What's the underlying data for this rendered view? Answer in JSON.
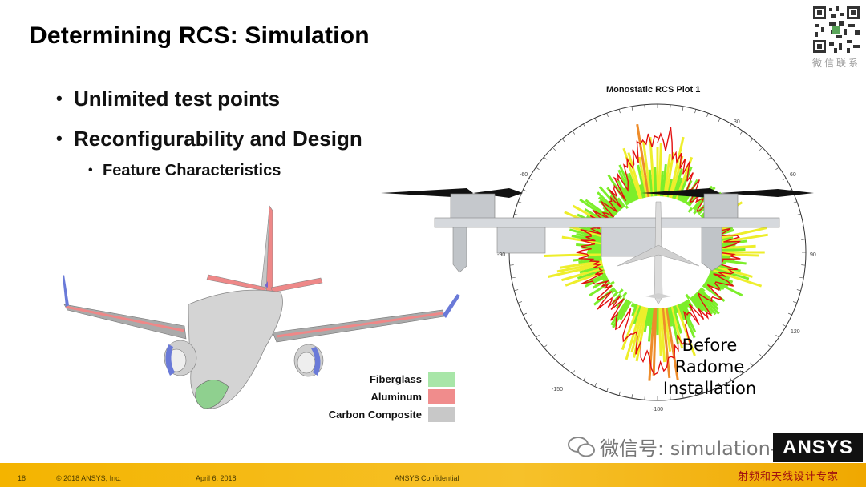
{
  "slide": {
    "title": "Determining RCS: Simulation",
    "bullets": [
      {
        "text": "Unlimited test points"
      },
      {
        "text": "Reconfigurability and Design"
      }
    ],
    "subbullets": [
      {
        "text": "Feature Characteristics"
      }
    ]
  },
  "qr": {
    "caption": "微信联系",
    "icon": "qr-code-icon"
  },
  "plot": {
    "title": "Monostatic RCS Plot 1",
    "tick_labels": {
      "top_right": "30",
      "right_upper": "60",
      "right": "90",
      "right_lower": "120",
      "bottom": "-180",
      "bottom_left": "-150",
      "left": "-90",
      "left_upper": "-60"
    },
    "annotation_line1": "Before",
    "annotation_line2": "Radome",
    "annotation_line3": "Installation"
  },
  "legend": [
    {
      "label": "Fiberglass",
      "color": "#a8e6a8"
    },
    {
      "label": "Aluminum",
      "color": "#f08c8c"
    },
    {
      "label": "Carbon Composite",
      "color": "#c8c8c8"
    }
  ],
  "footer": {
    "page_number": "18",
    "copyright": "© 2018 ANSYS, Inc.",
    "date": "April 6, 2018",
    "classification": "ANSYS Confidential",
    "logo": "ANSYS"
  },
  "watermark": {
    "text": "微信号: simulation-tools",
    "icon": "wechat-icon"
  },
  "stamp": {
    "text": "射频和天线设计专家"
  },
  "colors": {
    "accent_footer": "#f4b400",
    "rcs_red": "#e31010",
    "rcs_green": "#66cc33"
  }
}
